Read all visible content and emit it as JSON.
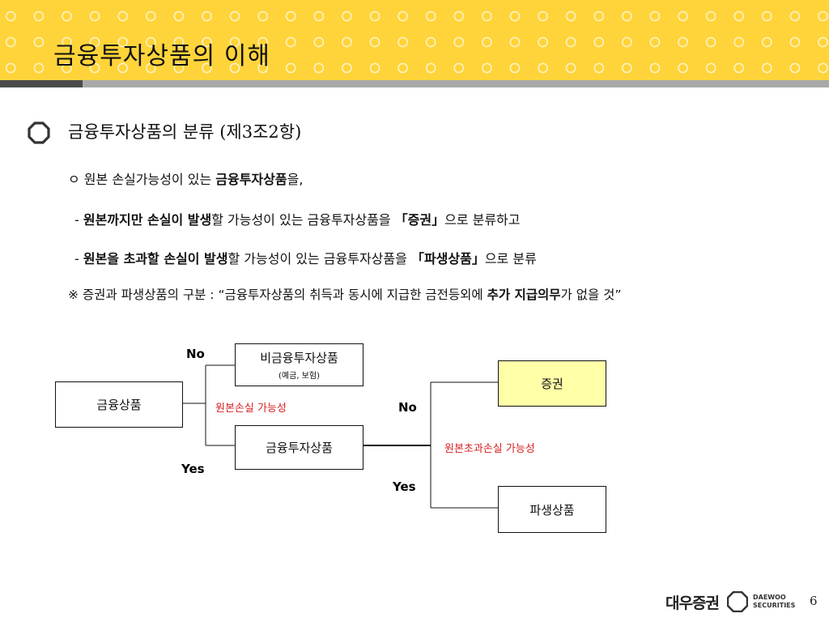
{
  "header": {
    "title": "금융투자상품의 이해"
  },
  "section": {
    "title": "금융투자상품의 분류 (제3조2항)"
  },
  "bullets": {
    "line1": {
      "prefix": "ㅇ 원본 손실가능성이 있는 ",
      "bold": "금융투자상품",
      "suffix": "을,"
    },
    "line2": {
      "prefix": "- ",
      "bold": "원본까지만 손실이 발생",
      "middle": "할 가능성이 있는 금융투자상품을 ",
      "bold2": "「증권」",
      "suffix": "으로 분류하고"
    },
    "line3": {
      "prefix": "- ",
      "bold": "원본을 초과할 손실이 발생",
      "middle": "할 가능성이 있는 금융투자상품을 ",
      "bold2": "「파생상품」",
      "suffix": "으로 분류"
    },
    "line4": {
      "prefix": "※ 증권과 파생상품의 구분 : “금융투자상품의 취득과 동시에 지급한 금전등외에 ",
      "bold": "추가 지급의무",
      "suffix": "가 없을 것”"
    }
  },
  "diagram": {
    "financial_product": "금융상품",
    "non_investment": "비금융투자상품",
    "non_investment_sub": "(예금, 보험)",
    "investment": "금융투자상품",
    "securities": "증권",
    "derivatives": "파생상품",
    "label_no_1": "No",
    "label_yes_1": "Yes",
    "label_no_2": "No",
    "label_yes_2": "Yes",
    "criterion_1": "원본손실 가능성",
    "criterion_2": "원본초과손실 가능성"
  },
  "footer": {
    "logo_ko": "대우증권",
    "logo_en_line1": "DAEWOO",
    "logo_en_line2": "SECURITIES",
    "page_number": "6"
  },
  "colors": {
    "header": "#ffd43a",
    "highlight_box": "#ffffa8",
    "criterion_text": "#d62020"
  }
}
